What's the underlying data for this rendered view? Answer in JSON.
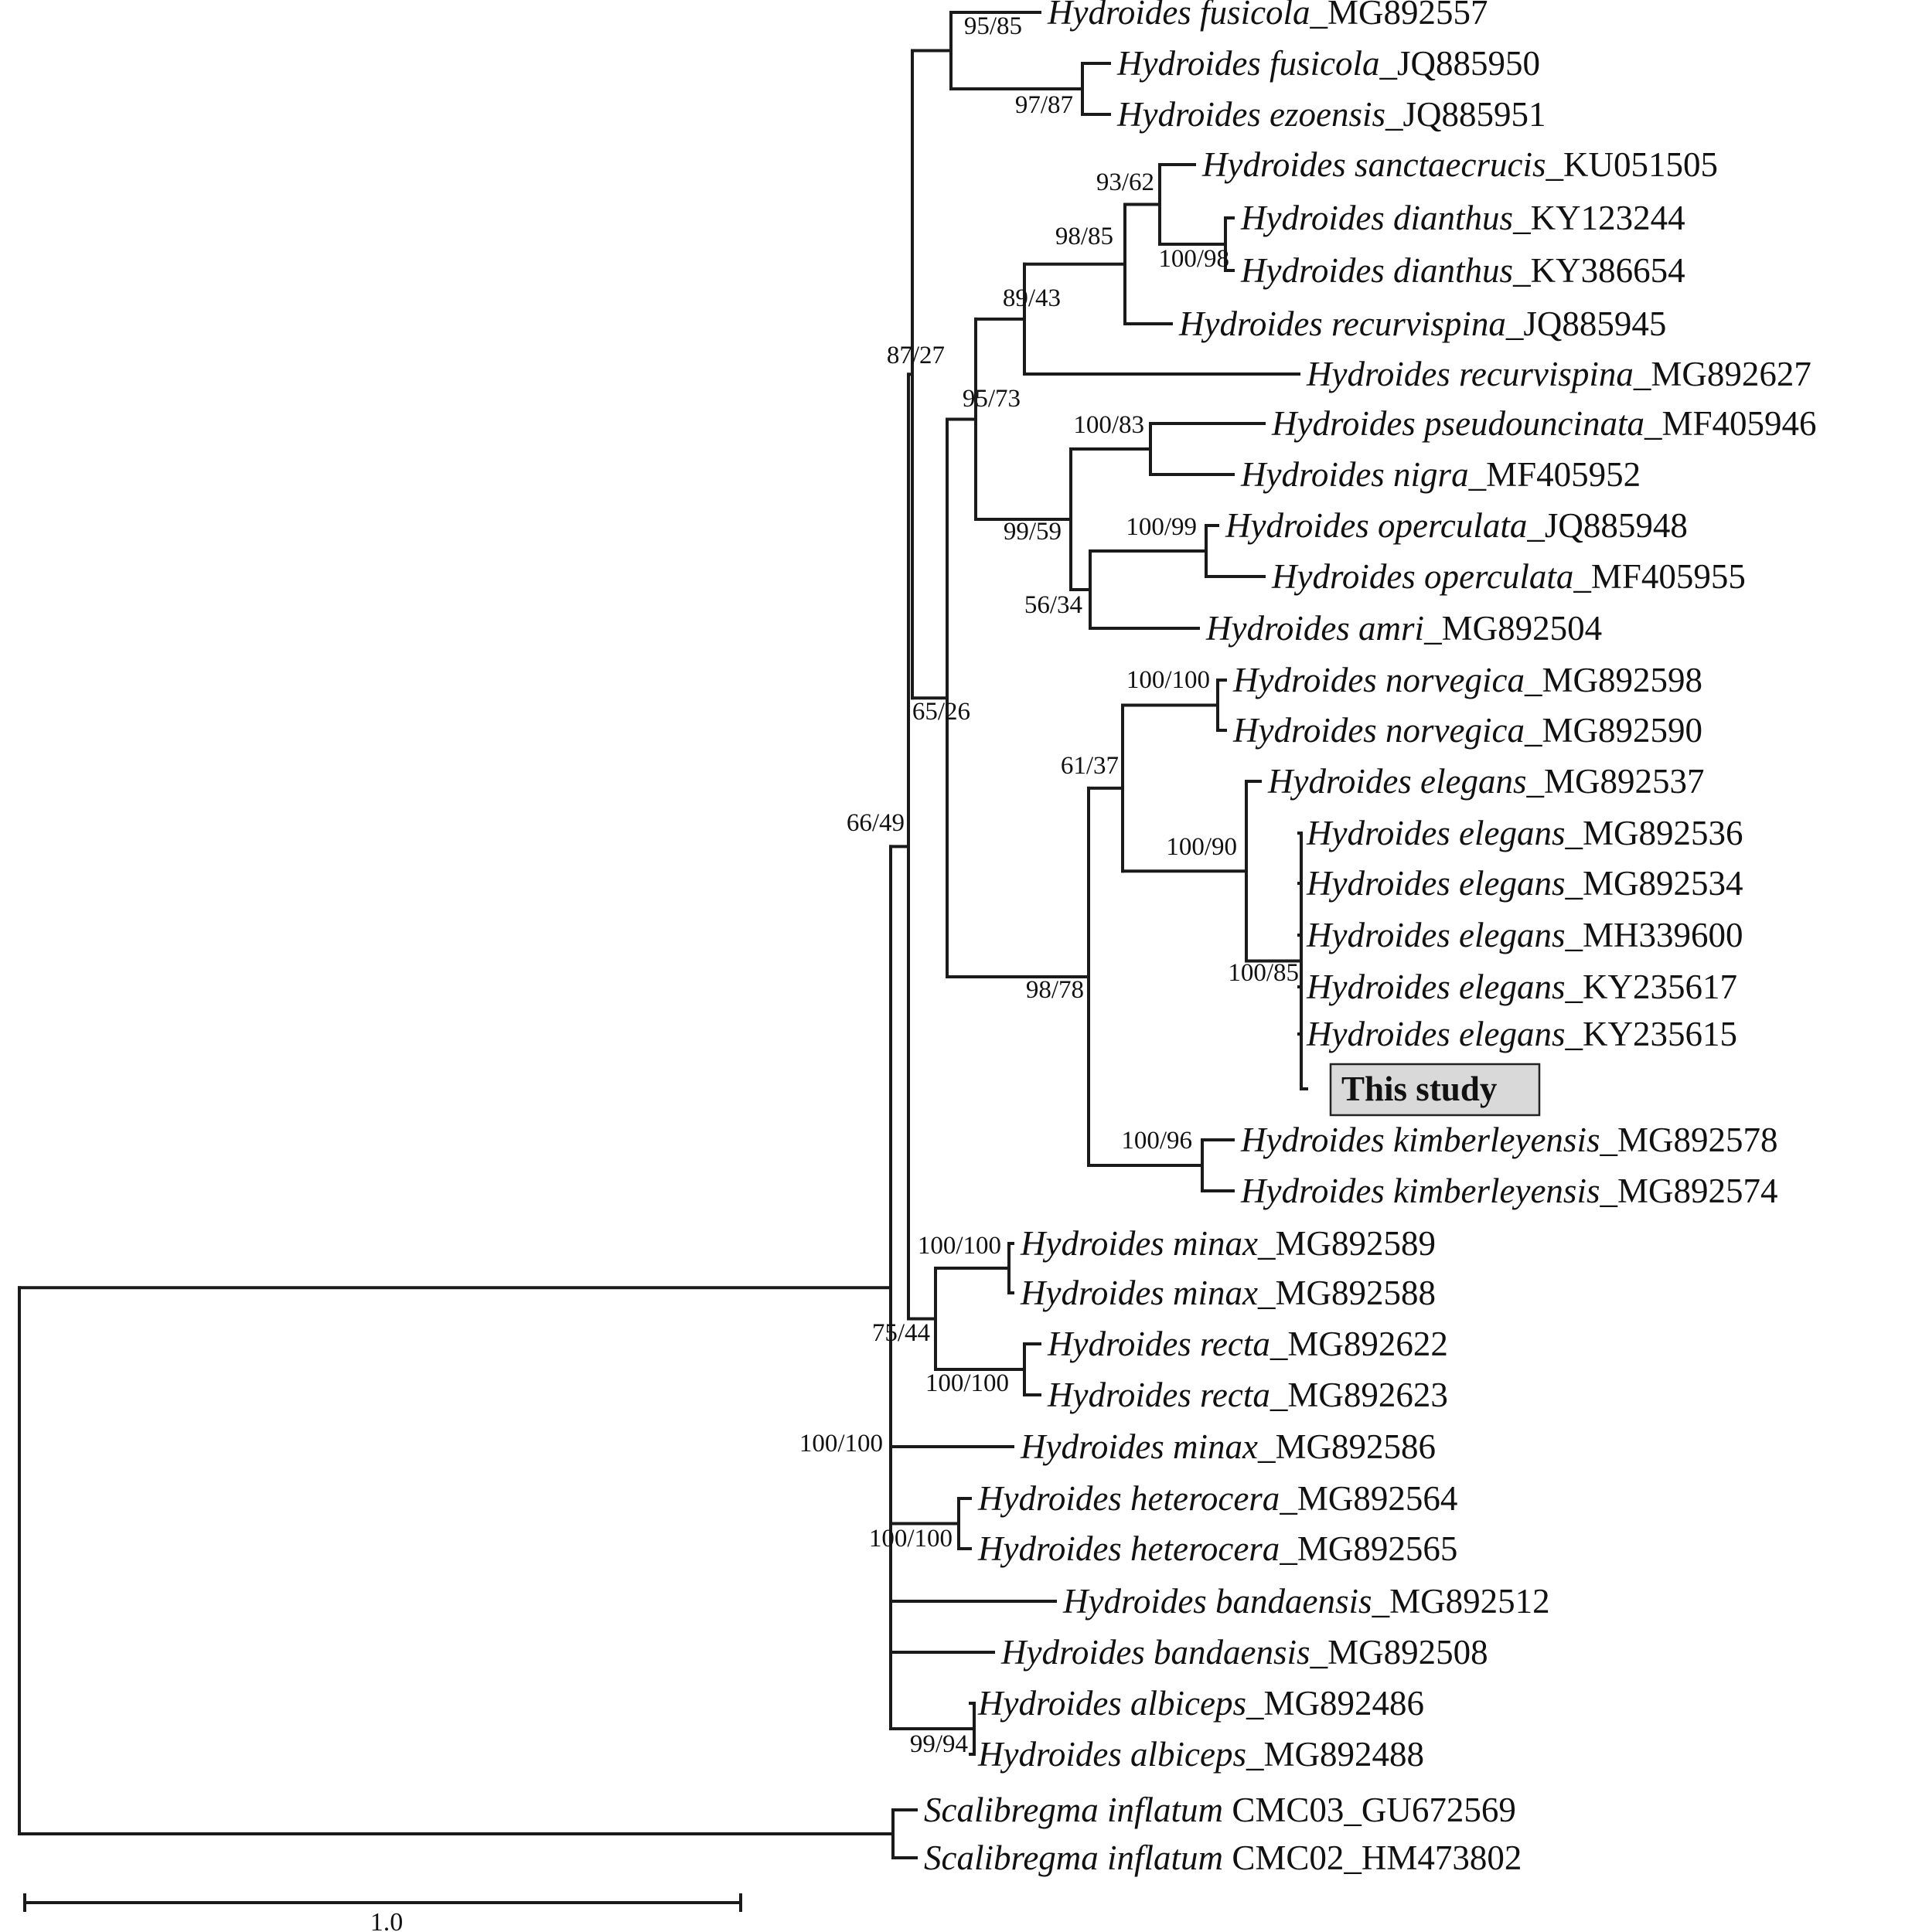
{
  "taxa": [
    {
      "id": "t1",
      "name": "Hydroides fusicola",
      "acc": "_MG892557"
    },
    {
      "id": "t2",
      "name": "Hydroides fusicola",
      "acc": "_JQ885950"
    },
    {
      "id": "t3",
      "name": "Hydroides ezoensis",
      "acc": "_JQ885951"
    },
    {
      "id": "t4",
      "name": "Hydroides sanctaecrucis",
      "acc": "_KU051505"
    },
    {
      "id": "t5",
      "name": "Hydroides dianthus",
      "acc": "_KY123244"
    },
    {
      "id": "t6",
      "name": "Hydroides dianthus",
      "acc": "_KY386654"
    },
    {
      "id": "t7",
      "name": "Hydroides recurvispina",
      "acc": "_JQ885945"
    },
    {
      "id": "t8",
      "name": "Hydroides recurvispina",
      "acc": "_MG892627"
    },
    {
      "id": "t9",
      "name": "Hydroides pseudouncinata",
      "acc": "_MF405946"
    },
    {
      "id": "t10",
      "name": "Hydroides nigra",
      "acc": "_MF405952"
    },
    {
      "id": "t11",
      "name": "Hydroides operculata",
      "acc": "_JQ885948"
    },
    {
      "id": "t12",
      "name": "Hydroides operculata",
      "acc": "_MF405955"
    },
    {
      "id": "t13",
      "name": "Hydroides amri",
      "acc": "_MG892504"
    },
    {
      "id": "t14",
      "name": "Hydroides norvegica",
      "acc": "_MG892598"
    },
    {
      "id": "t15",
      "name": "Hydroides norvegica",
      "acc": "_MG892590"
    },
    {
      "id": "t16",
      "name": "Hydroides elegans",
      "acc": "_MG892537"
    },
    {
      "id": "t17",
      "name": "Hydroides elegans",
      "acc": "_MG892536"
    },
    {
      "id": "t18",
      "name": "Hydroides elegans",
      "acc": "_MG892534"
    },
    {
      "id": "t19",
      "name": "Hydroides elegans",
      "acc": "_MH339600"
    },
    {
      "id": "t20",
      "name": "Hydroides elegans",
      "acc": "_KY235617"
    },
    {
      "id": "t21",
      "name": "Hydroides elegans",
      "acc": "_KY235615"
    },
    {
      "id": "t22",
      "name": "This study",
      "acc": "",
      "highlight": true
    },
    {
      "id": "t23",
      "name": "Hydroides kimberleyensis",
      "acc": "_MG892578"
    },
    {
      "id": "t24",
      "name": "Hydroides kimberleyensis",
      "acc": "_MG892574"
    },
    {
      "id": "t25",
      "name": "Hydroides minax",
      "acc": "_MG892589"
    },
    {
      "id": "t26",
      "name": "Hydroides minax",
      "acc": "_MG892588"
    },
    {
      "id": "t27",
      "name": "Hydroides recta",
      "acc": "_MG892622"
    },
    {
      "id": "t28",
      "name": "Hydroides recta",
      "acc": "_MG892623"
    },
    {
      "id": "t29",
      "name": "Hydroides minax",
      "acc": "_MG892586"
    },
    {
      "id": "t30",
      "name": "Hydroides heterocera",
      "acc": "_MG892564"
    },
    {
      "id": "t31",
      "name": "Hydroides heterocera",
      "acc": "_MG892565"
    },
    {
      "id": "t32",
      "name": "Hydroides bandaensis",
      "acc": "_MG892512"
    },
    {
      "id": "t33",
      "name": "Hydroides bandaensis",
      "acc": "_MG892508"
    },
    {
      "id": "t34",
      "name": "Hydroides albiceps",
      "acc": "_MG892486"
    },
    {
      "id": "t35",
      "name": "Hydroides albiceps",
      "acc": "_MG892488"
    },
    {
      "id": "t36",
      "name": "Scalibregma inflatum",
      "acc": " CMC03_GU672569"
    },
    {
      "id": "t37",
      "name": "Scalibregma inflatum",
      "acc": " CMC02_HM473802"
    }
  ],
  "support": {
    "n_fus": "95/85",
    "n_fus2": "97/87",
    "n_san": "93/62",
    "n_dia": "100/98",
    "n_9885": "98/85",
    "n_8943": "89/43",
    "n_8727": "87/27",
    "n_9573": "95/73",
    "n_pse": "100/83",
    "n_9959": "99/59",
    "n_ope": "100/99",
    "n_5634": "56/34",
    "n_6526": "65/26",
    "n_nor": "100/100",
    "n_6137": "61/37",
    "n_10090": "100/90",
    "n_6649": "66/49",
    "n_10085": "100/85",
    "n_9878": "98/78",
    "n_kim": "100/96",
    "n_min": "100/100",
    "n_7544": "75/44",
    "n_rec": "100/100",
    "n_hyd": "100/100",
    "n_het": "100/100",
    "n_alb": "99/94"
  },
  "scale_bar": {
    "label": "1.0",
    "value": 1.0
  }
}
